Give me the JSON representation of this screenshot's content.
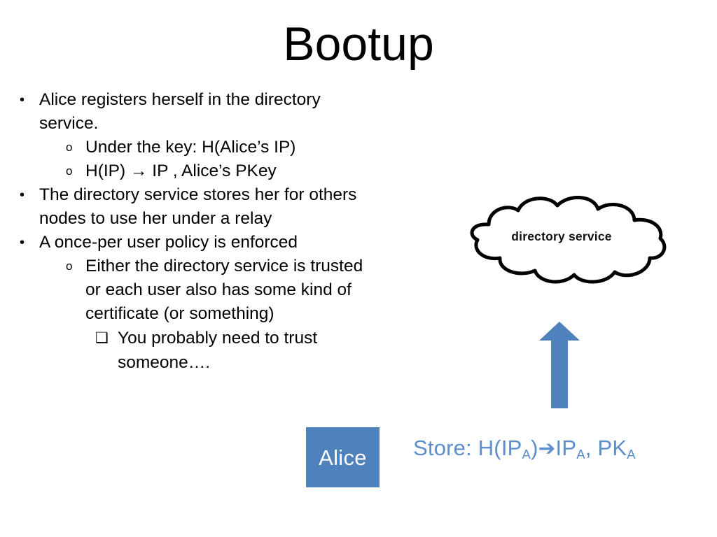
{
  "slide": {
    "title": "Bootup",
    "background_color": "#ffffff",
    "accent_color": "#4f81bd",
    "formula_color": "#5b8ecb",
    "text_color": "#000000"
  },
  "body": {
    "bullets": [
      {
        "level": 1,
        "marker": "•",
        "text": "Alice registers herself in the directory service."
      },
      {
        "level": 2,
        "marker": "o",
        "text": "Under the key: H(Alice’s IP)"
      },
      {
        "level": 2,
        "marker": "o",
        "text": "H(IP) → IP , Alice’s PKey"
      },
      {
        "level": 1,
        "marker": "•",
        "text": "The directory service stores her for others nodes to use her under a relay"
      },
      {
        "level": 1,
        "marker": "•",
        "text": "A once-per user policy is enforced"
      },
      {
        "level": 2,
        "marker": "o",
        "text": "Either the directory service is trusted or each user also has some kind of certificate (or something)"
      },
      {
        "level": 3,
        "marker": "❑",
        "text": "You probably need to trust someone…."
      }
    ]
  },
  "diagram": {
    "cloud": {
      "label": "directory service",
      "shape": "cloud-outline",
      "stroke": "#000000",
      "fill": "#ffffff"
    },
    "arrow": {
      "direction": "up",
      "color": "#4f81bd",
      "name": "store-arrow"
    },
    "node": {
      "label": "Alice",
      "fill": "#4f81bd",
      "text_color": "#ffffff"
    },
    "formula": {
      "prefix": "Store: H(IP",
      "sub1": "A",
      "mid": ")",
      "arrow": "➔",
      "part2": "IP",
      "sub2": "A",
      "part3": ", PK",
      "sub3": "A",
      "plain": "Store: H(IPA)→IPA, PKA",
      "color": "#5b8ecb"
    }
  }
}
